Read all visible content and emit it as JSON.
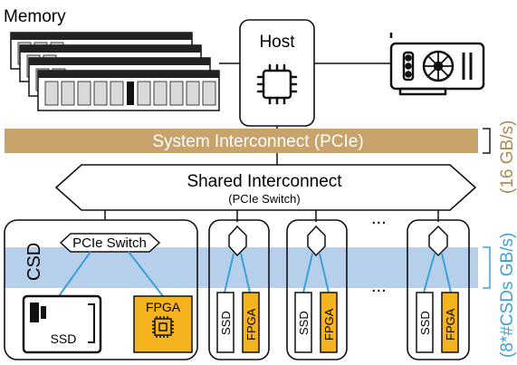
{
  "memory_label": "Memory",
  "host_label": "Host",
  "system_interconnect_label": "System Interconnect (PCIe)",
  "shared_interconnect_label": "Shared Interconnect",
  "pcie_switch_sub_label": "(PCIe Switch)",
  "csd_label": "CSD",
  "pcie_switch_label": "PCIe Switch",
  "ssd_label": "SSD",
  "fpga_label": "FPGA",
  "ellipsis_top": "...",
  "ellipsis_bottom": "...",
  "bandwidth_host": "(16 GB/s)",
  "bandwidth_csd": "(8*#CSDs GB/s)",
  "colors": {
    "system_bar": "#c8a46c",
    "csd_band": "#a9c7e7",
    "link_line": "#3da0d8",
    "fpga_fill": "#f5b41e",
    "bracket": "#3da0d8",
    "bandwidth_text_top": "#b08850",
    "bandwidth_text_bottom": "#3da0d8"
  }
}
